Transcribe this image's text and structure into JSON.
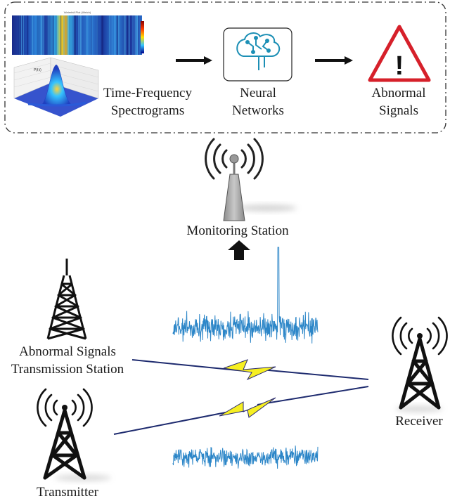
{
  "pipeline": {
    "spectrogram_label": [
      "Time-Frequency",
      "Spectrograms"
    ],
    "neural_label": [
      "Neural",
      "Networks"
    ],
    "abnormal_label": [
      "Abnormal",
      "Signals"
    ],
    "heatmap_title": "Waterfall Plot (Welch)",
    "surface_title": "P(f,t)",
    "warning_glyph": "!"
  },
  "stations": {
    "monitoring_label": "Monitoring Station",
    "abnormal_station_label": [
      "Abnormal Signals",
      "Transmission Station"
    ],
    "receiver_label": "Receiver",
    "transmitter_label": "Transmitter"
  },
  "colors": {
    "signal_blue": "#2c86c8",
    "lightning_yellow": "#f6ef22",
    "link_navy": "#1d2a6e",
    "warning_red": "#d6202a",
    "tower_black": "#111111",
    "monitor_gray": "#9a9a9a"
  },
  "icons": [
    "brain-circuit-icon",
    "warning-triangle-icon",
    "antenna-tower-icon",
    "radio-waves-icon",
    "arrow-right-icon",
    "arrow-up-icon",
    "lightning-icon"
  ]
}
